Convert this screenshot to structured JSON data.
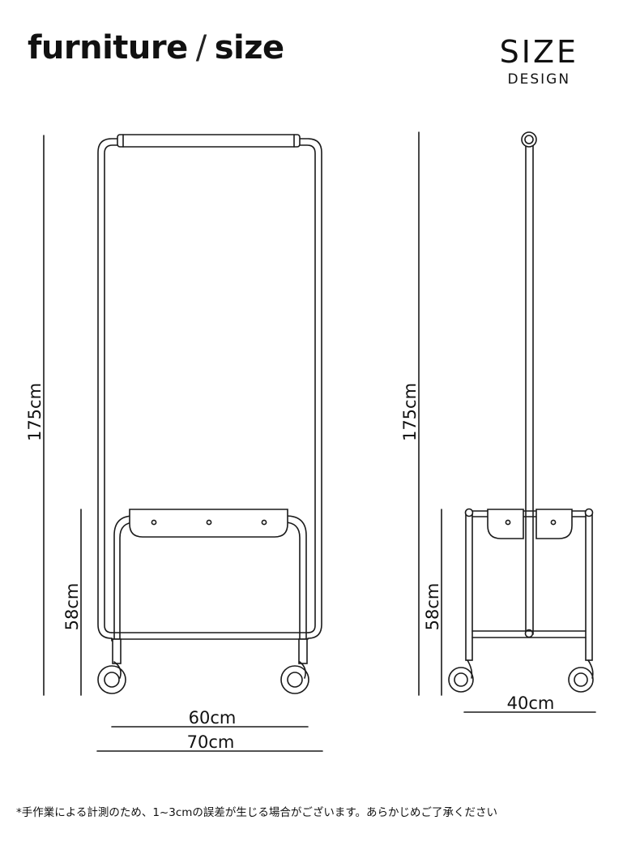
{
  "header": {
    "title_main": "furniture",
    "title_sep": "/",
    "title_sub": "size",
    "brand_big": "SIZE",
    "brand_small": "DESIGN"
  },
  "front_view": {
    "height_total": "175cm",
    "height_shelf": "58cm",
    "width_inner": "60cm",
    "width_outer": "70cm"
  },
  "side_view": {
    "height_total": "175cm",
    "height_shelf": "58cm",
    "depth": "40cm"
  },
  "footnote": "*手作業による計測のため、1~3cmの誤差が生じる場合がございます。あらかじめご了承ください"
}
